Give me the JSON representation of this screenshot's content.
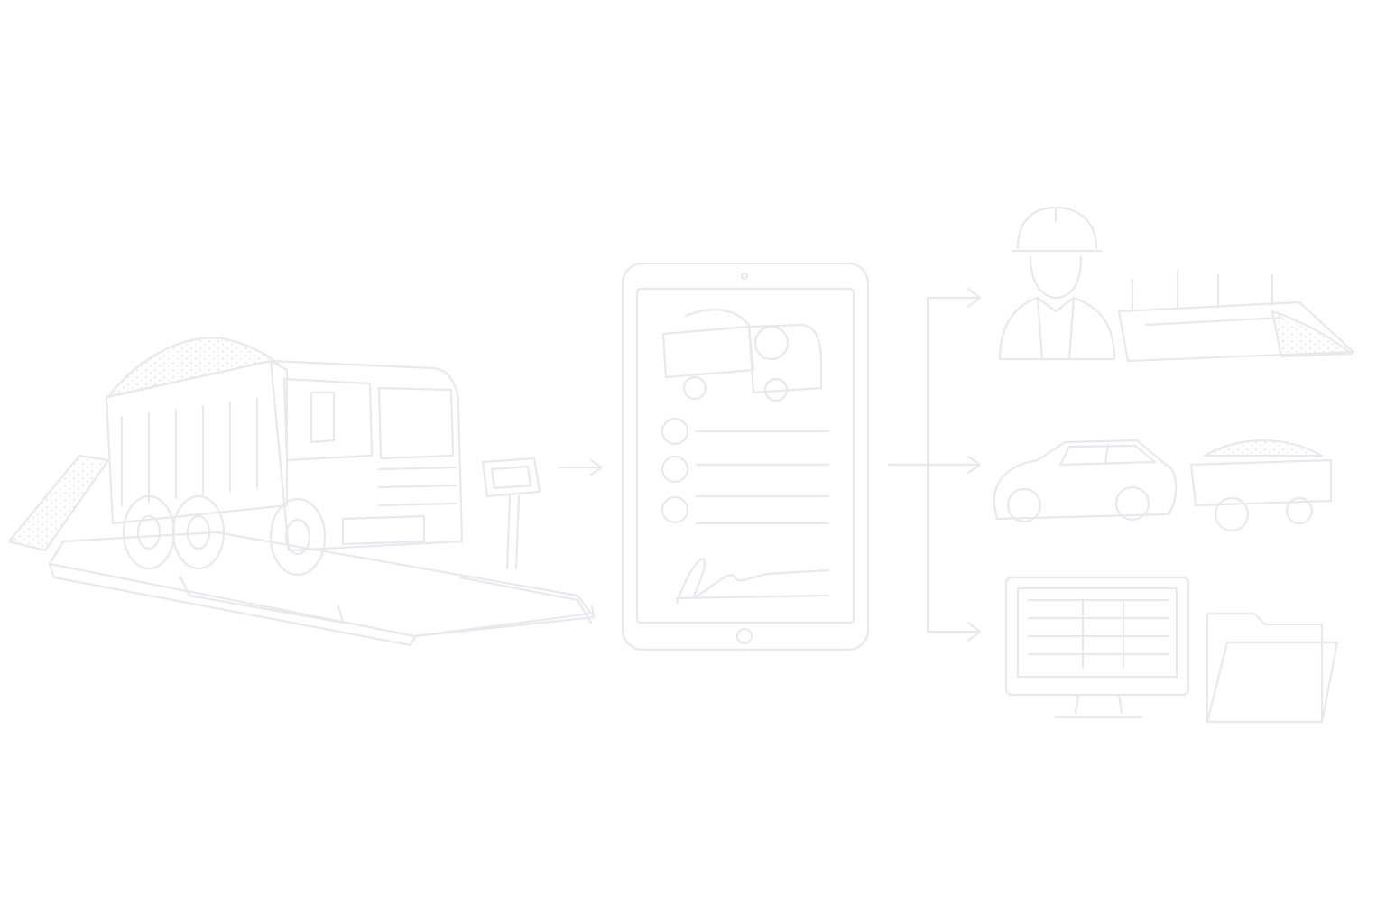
{
  "diagram": {
    "background": "#ffffff",
    "stroke_color": "#e9e9ec",
    "stroke_shadow_color": "#d7d7dc",
    "stages": [
      {
        "id": "weighbridge",
        "icon": "dump-truck-on-weighbridge-icon"
      },
      {
        "id": "tablet",
        "icon": "tablet-ticket-icon"
      },
      {
        "id": "destinations",
        "icons": [
          "worker-icon",
          "site-layout-icon",
          "car-icon",
          "trailer-icon",
          "monitor-spreadsheet-icon",
          "folder-icon"
        ]
      }
    ]
  }
}
